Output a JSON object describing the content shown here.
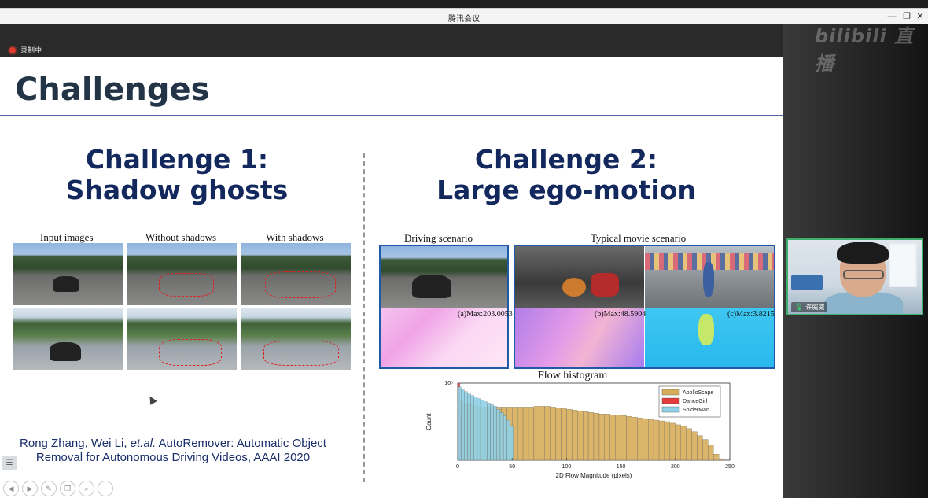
{
  "window": {
    "title": "腾讯会议",
    "controls": [
      "—",
      "❐",
      "✕"
    ]
  },
  "meeting": {
    "recording_label": "录制中",
    "watermark": "bilibili 直播"
  },
  "participant": {
    "name": "许威威"
  },
  "slide": {
    "title": "Challenges",
    "challenge1": {
      "line1": "Challenge 1:",
      "line2": "Shadow ghosts"
    },
    "challenge2": {
      "line1": "Challenge 2:",
      "line2": "Large ego-motion"
    },
    "col_labels": [
      "Input images",
      "Without shadows",
      "With shadows"
    ],
    "scenario_labels": {
      "driving": "Driving scenario",
      "movie": "Typical movie scenario"
    },
    "max_labels": [
      "(a)Max:203.0053",
      "(b)Max:48.5904",
      "(c)Max:3.8215"
    ],
    "citation": {
      "line1_prefix": "Rong Zhang, Wei Li, ",
      "line1_etal": "et.al.",
      "line1_suffix": " AutoRemover: Automatic Object",
      "line2": "Removal for Autonomous Driving Videos, AAAI 2020"
    }
  },
  "chart_data": {
    "type": "bar",
    "title": "Flow histogram",
    "xlabel": "2D Flow Magnitude (pixels)",
    "ylabel": "Count",
    "y_top_label": "10⁵",
    "xlim": [
      0,
      250
    ],
    "ylim": [
      0,
      1
    ],
    "x_ticks": [
      0,
      50,
      100,
      150,
      200,
      250
    ],
    "legend_position": "top-right",
    "series": [
      {
        "name": "ApolloScape",
        "color": "#d6ad5a",
        "x": [
          0,
          5,
          10,
          15,
          20,
          25,
          30,
          35,
          40,
          45,
          50,
          55,
          60,
          65,
          70,
          75,
          80,
          85,
          90,
          95,
          100,
          105,
          110,
          115,
          120,
          125,
          130,
          135,
          140,
          145,
          150,
          155,
          160,
          165,
          170,
          175,
          180,
          185,
          190,
          195,
          200,
          205,
          210,
          215,
          220,
          225,
          230,
          235,
          240
        ],
        "values": [
          0.78,
          0.74,
          0.72,
          0.7,
          0.69,
          0.69,
          0.69,
          0.69,
          0.69,
          0.69,
          0.69,
          0.69,
          0.69,
          0.69,
          0.7,
          0.7,
          0.7,
          0.69,
          0.68,
          0.67,
          0.66,
          0.65,
          0.64,
          0.63,
          0.62,
          0.61,
          0.6,
          0.6,
          0.59,
          0.59,
          0.58,
          0.57,
          0.56,
          0.55,
          0.54,
          0.53,
          0.52,
          0.51,
          0.5,
          0.48,
          0.46,
          0.44,
          0.41,
          0.37,
          0.32,
          0.27,
          0.2,
          0.08,
          0.02
        ]
      },
      {
        "name": "DanceGirl",
        "color": "#e33a3a",
        "x": [
          0,
          2
        ],
        "values": [
          1.0,
          0.6
        ]
      },
      {
        "name": "SpiderMan",
        "color": "#8fd2e8",
        "x": [
          0,
          3,
          6,
          9,
          12,
          15,
          18,
          21,
          24,
          27,
          30,
          33,
          36,
          39,
          42,
          45,
          48
        ],
        "values": [
          0.95,
          0.92,
          0.89,
          0.86,
          0.84,
          0.82,
          0.8,
          0.78,
          0.76,
          0.74,
          0.72,
          0.7,
          0.66,
          0.62,
          0.58,
          0.52,
          0.45
        ]
      }
    ]
  }
}
